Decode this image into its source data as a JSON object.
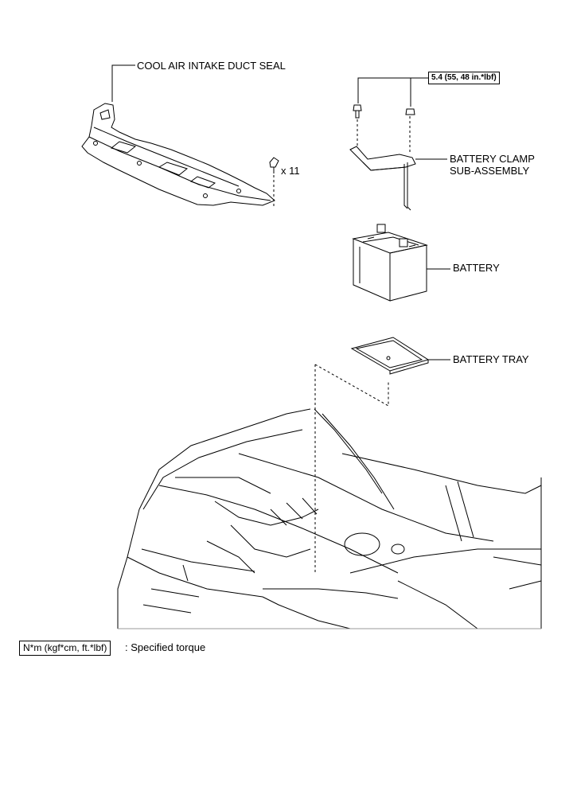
{
  "labels": {
    "cool_air_seal": "COOL AIR INTAKE DUCT SEAL",
    "clip_count": "x 11",
    "torque": "5.4 (55, 48 in.*lbf)",
    "battery_clamp_line1": "BATTERY CLAMP",
    "battery_clamp_line2": "SUB-ASSEMBLY",
    "battery": "BATTERY",
    "battery_tray": "BATTERY TRAY"
  },
  "legend": {
    "box_text": "N*m (kgf*cm, ft.*lbf)",
    "description": ": Specified torque"
  }
}
